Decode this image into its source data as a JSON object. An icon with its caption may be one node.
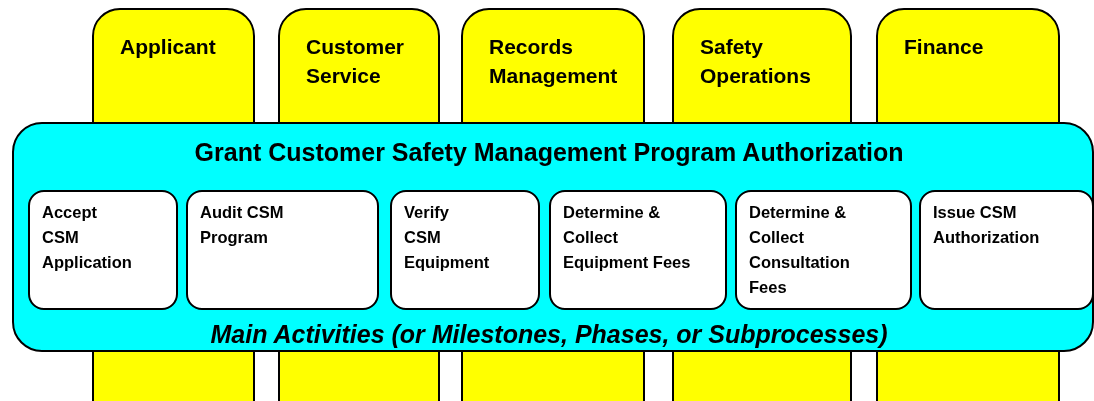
{
  "diagram": {
    "nodes": [
      {
        "text": [
          "Applicant"
        ]
      },
      {
        "text": [
          "Customer Service"
        ]
      },
      {
        "text": [
          "Records Management"
        ]
      },
      {
        "text": [
          "Safety Operations"
        ]
      },
      {
        "text": [
          "Finance"
        ]
      },
      {
        "text": [
          "Grant Customer Safety Management Program Authorization",
          "Main Activities (or Milestones, Phases, or Subprocesses)"
        ]
      },
      {
        "text": [
          "Accept CSM Application"
        ],
        "in": 5
      },
      {
        "text": [
          "Audit CSM Program"
        ],
        "in": 5
      },
      {
        "text": [
          "Verify CSM Equipment"
        ],
        "in": 5
      },
      {
        "text": [
          "Determine & Collect Equipment Fees"
        ],
        "in": 5
      },
      {
        "text": [
          "Determine & Collect Consultation Fees"
        ],
        "in": 5
      },
      {
        "text": [
          "Issue CSM Authorization"
        ],
        "in": 5
      }
    ]
  }
}
